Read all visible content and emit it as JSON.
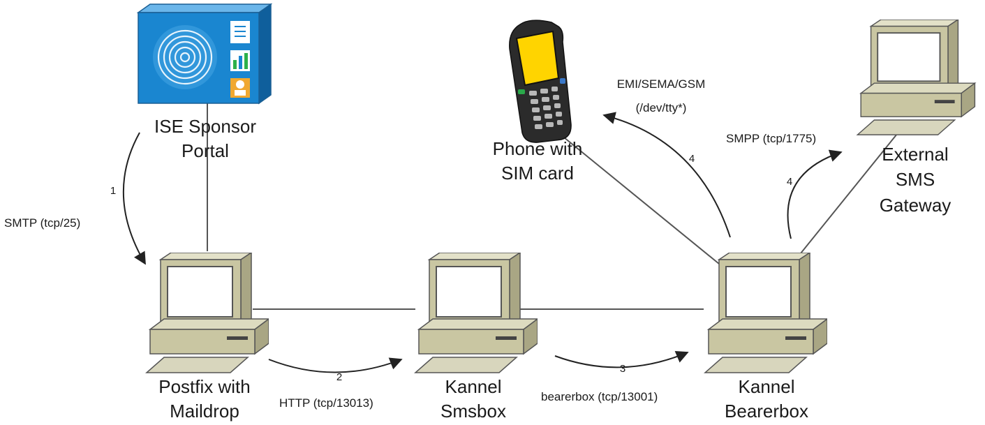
{
  "nodes": {
    "ise": {
      "line1": "ISE Sponsor",
      "line2": "Portal"
    },
    "phone": {
      "line1": "Phone with",
      "line2": "SIM card"
    },
    "external": {
      "line1": "External",
      "line2": "SMS",
      "line3": "Gateway"
    },
    "postfix": {
      "line1": "Postfix with",
      "line2": "Maildrop"
    },
    "smsbox": {
      "line1": "Kannel",
      "line2": "Smsbox"
    },
    "bearerbox": {
      "line1": "Kannel",
      "line2": "Bearerbox"
    }
  },
  "flows": {
    "smtp": {
      "step": "1",
      "label": "SMTP (tcp/25)"
    },
    "http": {
      "step": "2",
      "label": "HTTP (tcp/13013)"
    },
    "bearer": {
      "step": "3",
      "label": "bearerbox (tcp/13001)"
    },
    "emi": {
      "step": "4",
      "line1": "EMI/SEMA/GSM",
      "line2": "(/dev/tty*)"
    },
    "smpp": {
      "step": "4",
      "label": "SMPP (tcp/1775)"
    }
  },
  "colors": {
    "computer_body": "#c9c6a2",
    "computer_dark": "#8f8c6a",
    "screen": "#ffffff",
    "portal_blue": "#1a86d0",
    "phone_body": "#2b2b2b",
    "phone_screen": "#ffd400",
    "line": "#444444"
  }
}
